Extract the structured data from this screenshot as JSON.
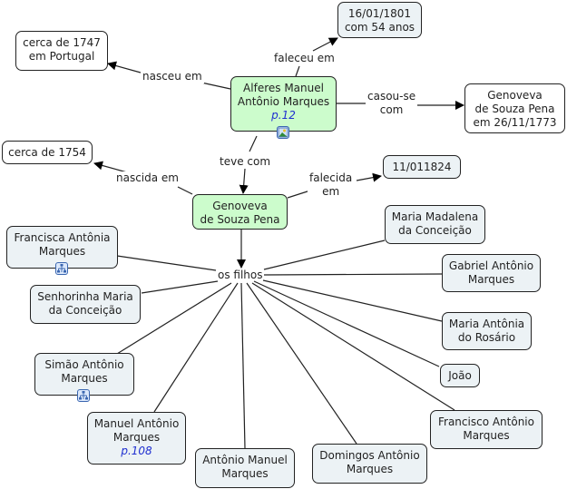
{
  "nodes": {
    "alferes": {
      "text": "Alferes Manuel\nAntônio Marques",
      "link": "p.12"
    },
    "b1747": {
      "text": "cerca de 1747\nem Portugal"
    },
    "d1801": {
      "text": "16/01/1801\ncom 54 anos"
    },
    "genoveva_marriage": {
      "text": "Genoveva\nde Souza Pena\nem 26/11/1773"
    },
    "b1754": {
      "text": "cerca de 1754"
    },
    "genoveva": {
      "text": "Genoveva\nde Souza Pena"
    },
    "d1824": {
      "text": "11/011824"
    },
    "francisca": {
      "text": "Francisca Antônia\nMarques"
    },
    "senhorinha": {
      "text": "Senhorinha Maria\nda Conceição"
    },
    "simao": {
      "text": "Simão Antônio\nMarques"
    },
    "manuel": {
      "text": "Manuel Antônio\nMarques",
      "link": "p.108"
    },
    "antonio_manuel": {
      "text": "Antônio Manuel\nMarques"
    },
    "domingos": {
      "text": "Domingos Antônio\nMarques"
    },
    "francisco": {
      "text": "Francisco Antônio\nMarques"
    },
    "joao": {
      "text": "João"
    },
    "maria_antonia": {
      "text": "Maria Antônia\ndo Rosário"
    },
    "gabriel": {
      "text": "Gabriel Antônio\nMarques"
    },
    "maria_madalena": {
      "text": "Maria Madalena\nda Conceição"
    }
  },
  "links": {
    "nasceu_em": "nasceu em",
    "faleceu_em": "faleceu em",
    "casou_se_com": "casou-se\ncom",
    "teve_com": "teve com",
    "nascida_em": "nascida em",
    "falecida_em": "falecida\nem",
    "os_filhos": "os filhos"
  },
  "icons": {
    "alferes_resource": "image-resource-icon",
    "francisca_resource": "concept-map-resource-icon",
    "simao_resource": "concept-map-resource-icon"
  }
}
